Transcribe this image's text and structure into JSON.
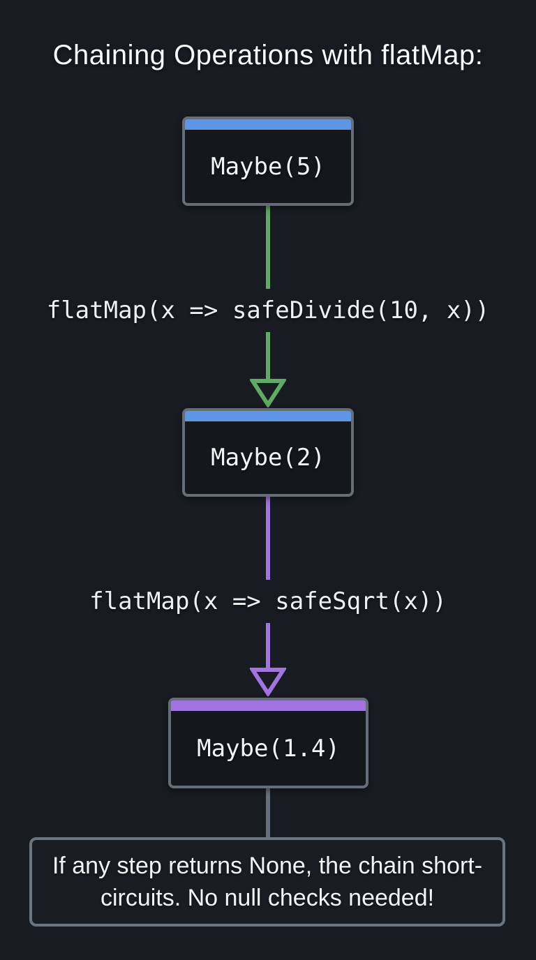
{
  "title": "Chaining Operations with flatMap:",
  "diagram": {
    "nodes": [
      {
        "label": "Maybe(5)",
        "header_color": "#5d96e3"
      },
      {
        "label": "Maybe(2)",
        "header_color": "#5d96e3"
      },
      {
        "label": "Maybe(1.4)",
        "header_color": "#a274e0"
      }
    ],
    "edges": [
      {
        "label": "flatMap(x => safeDivide(10, x))",
        "color": "#5faa64"
      },
      {
        "label": "flatMap(x => safeSqrt(x))",
        "color": "#a274e0"
      }
    ],
    "connector": {
      "color": "#68707e"
    },
    "note": "If any step returns None, the chain short-circuits. No null checks needed!"
  },
  "colors": {
    "background": "#181c22",
    "node_fill": "#14181d",
    "node_border": "#656d79",
    "note_border": "#6c7480",
    "text": "#f2f4f6"
  }
}
